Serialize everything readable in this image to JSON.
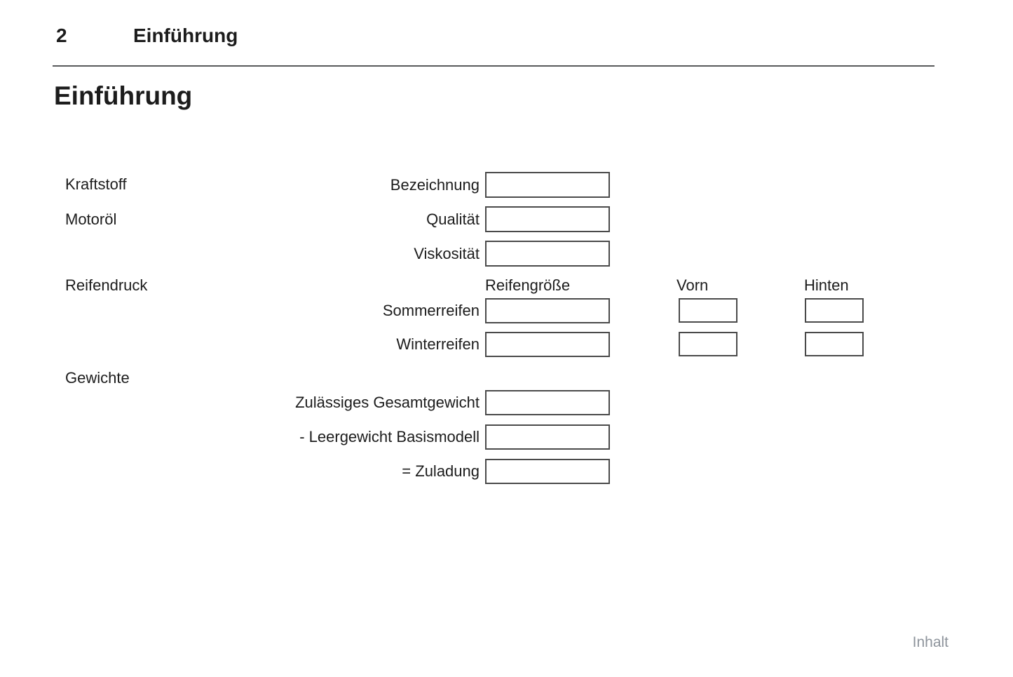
{
  "page": {
    "number": "2",
    "header_title": "Einführung",
    "title": "Einführung",
    "footer_link": "Inhalt"
  },
  "form": {
    "categories": {
      "fuel": "Kraftstoff",
      "oil": "Motoröl",
      "tires": "Reifendruck",
      "weights": "Gewichte"
    },
    "fuel_fields": [
      {
        "label": "Bezeichnung",
        "value": ""
      }
    ],
    "oil_fields": [
      {
        "label": "Qualität",
        "value": ""
      },
      {
        "label": "Viskosität",
        "value": ""
      }
    ],
    "tire_table": {
      "col_size": "Reifengröße",
      "col_front": "Vorn",
      "col_rear": "Hinten",
      "rows": [
        {
          "label": "Sommerreifen",
          "size": "",
          "front": "",
          "rear": ""
        },
        {
          "label": "Winterreifen",
          "size": "",
          "front": "",
          "rear": ""
        }
      ]
    },
    "weight_fields": [
      {
        "label": "Zulässiges Gesamtgewicht",
        "value": ""
      },
      {
        "label": "- Leergewicht Basismodell",
        "value": ""
      },
      {
        "label": "= Zuladung",
        "value": ""
      }
    ]
  },
  "colors": {
    "text": "#1c1c1c",
    "box_border": "#4a4a4a",
    "divider": "#58595b",
    "footer_link": "#8e949c"
  }
}
